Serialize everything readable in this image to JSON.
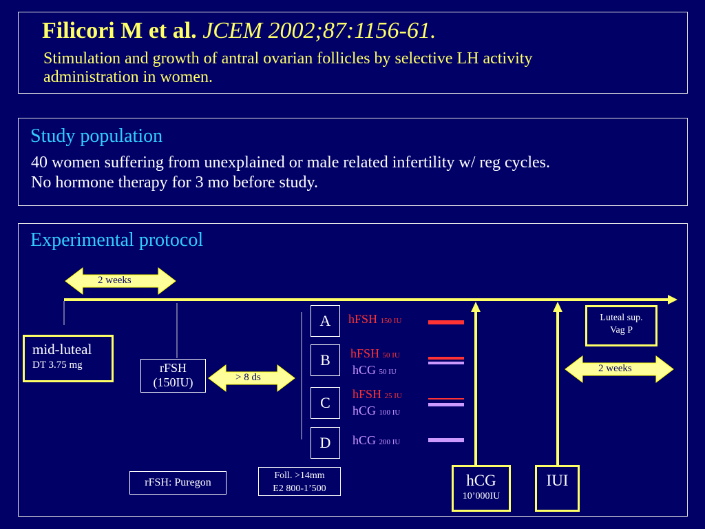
{
  "header": {
    "author": "Filicori M et al.",
    "journal": "JCEM 2002;87:1156-61.",
    "subtitle_line1": "Stimulation and growth of antral ovarian follicles by selective LH activity",
    "subtitle_line2": "administration in women."
  },
  "population": {
    "heading": "Study population",
    "line1": "40 women suffering from unexplained or male related infertility w/ reg cycles.",
    "line2": "No hormone therapy for 3 mo before study."
  },
  "protocol": {
    "heading": "Experimental protocol",
    "two_weeks_left": "2 weeks",
    "two_weeks_right": "2 weeks",
    "gt_8_days": "> 8 ds",
    "mid_luteal": "mid-luteal",
    "dt_dose": "DT 3.75 mg",
    "rfsh_line1": "rFSH",
    "rfsh_line2": "(150IU)",
    "rfsh_puregon": "rFSH: Puregon",
    "foll_line1": "Foll. >14mm",
    "foll_line2": "E2 800-1’500",
    "hcg_label": "hCG",
    "hcg_dose": "10’000IU",
    "iui": "IUI",
    "luteal_line1": "Luteal sup.",
    "luteal_line2": "Vag P",
    "groups": [
      {
        "id": "A",
        "hfsh": "hFSH",
        "hfsh_dose": "150 IU",
        "hcg": "",
        "hcg_dose": ""
      },
      {
        "id": "B",
        "hfsh": "hFSH",
        "hfsh_dose": "50 IU",
        "hcg": "hCG",
        "hcg_dose": "50 IU"
      },
      {
        "id": "C",
        "hfsh": "hFSH",
        "hfsh_dose": "25 IU",
        "hcg": "hCG",
        "hcg_dose": "100 IU"
      },
      {
        "id": "D",
        "hfsh": "",
        "hfsh_dose": "",
        "hcg": "hCG",
        "hcg_dose": "200 IU"
      }
    ],
    "colors": {
      "hfsh": "#ff3333",
      "hcg": "#cc99ff",
      "arrow": "#ffff66"
    }
  }
}
